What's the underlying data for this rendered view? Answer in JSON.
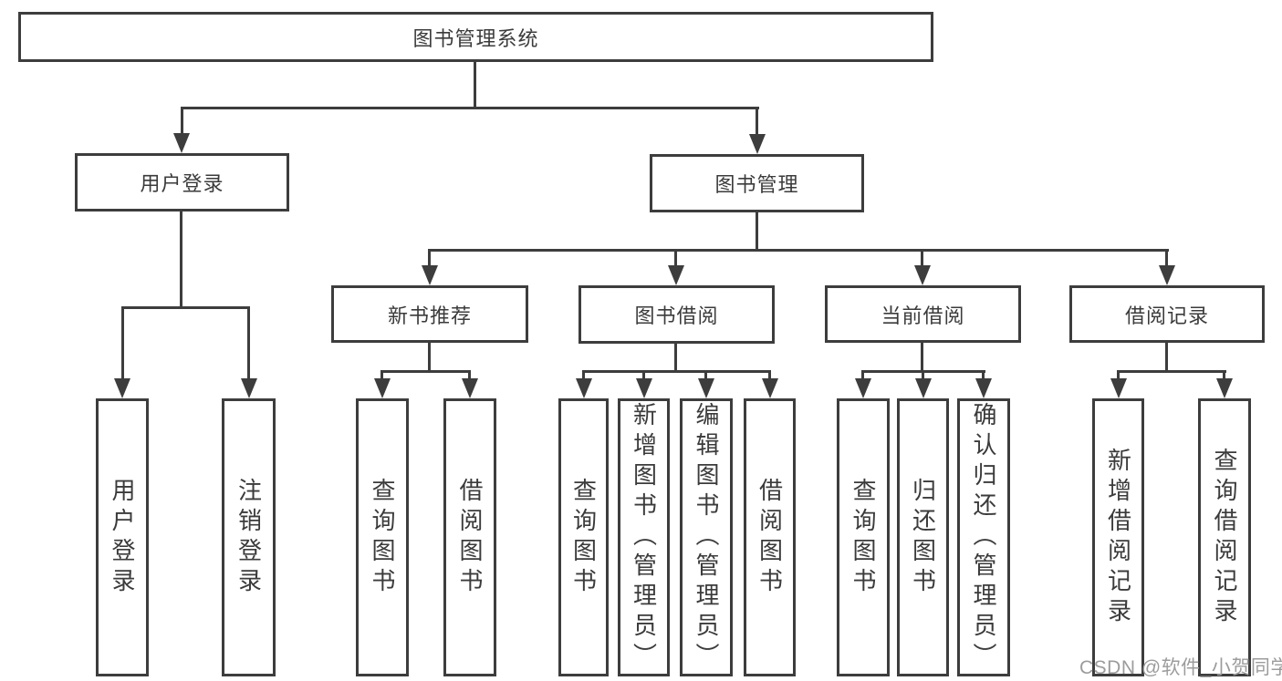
{
  "title": {
    "label": "图书管理系统"
  },
  "level2": [
    {
      "label": "用户登录",
      "parent": "图书管理系统"
    },
    {
      "label": "图书管理",
      "parent": "图书管理系统"
    }
  ],
  "level3": [
    {
      "label": "新书推荐",
      "parent": "图书管理"
    },
    {
      "label": "图书借阅",
      "parent": "图书管理"
    },
    {
      "label": "当前借阅",
      "parent": "图书管理"
    },
    {
      "label": "借阅记录",
      "parent": "图书管理"
    }
  ],
  "leaves": [
    {
      "label": "用户登录",
      "parent": "用户登录"
    },
    {
      "label": "注销登录",
      "parent": "用户登录"
    },
    {
      "label": "查询图书",
      "parent": "新书推荐"
    },
    {
      "label": "借阅图书",
      "parent": "新书推荐"
    },
    {
      "label": "查询图书",
      "parent": "图书借阅"
    },
    {
      "label": "新增图书（管理员）",
      "parent": "图书借阅"
    },
    {
      "label": "编辑图书（管理员）",
      "parent": "图书借阅"
    },
    {
      "label": "借阅图书",
      "parent": "图书借阅"
    },
    {
      "label": "查询图书",
      "parent": "当前借阅"
    },
    {
      "label": "归还图书",
      "parent": "当前借阅"
    },
    {
      "label": "确认归还（管理员）",
      "parent": "当前借阅"
    },
    {
      "label": "新增借阅记录",
      "parent": "借阅记录"
    },
    {
      "label": "查询借阅记录",
      "parent": "借阅记录"
    }
  ],
  "watermark": {
    "text": "CSDN @软件_小贺同学"
  },
  "colors": {
    "line": "#3d3d3d",
    "text": "#3b3b3b",
    "watermark": "#9c9c9c",
    "background": "#ffffff"
  }
}
